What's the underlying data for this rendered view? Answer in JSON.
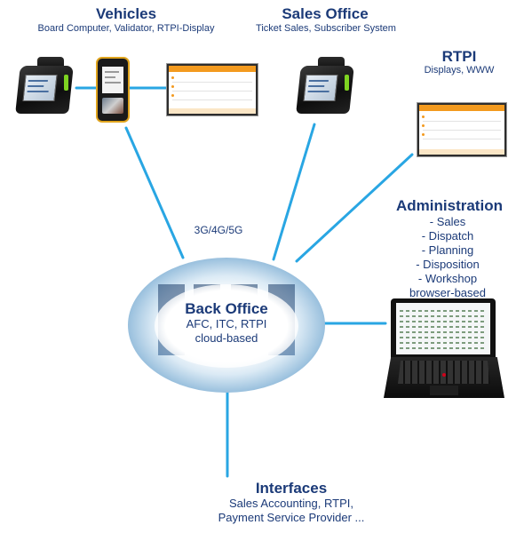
{
  "vehicles": {
    "title": "Vehicles",
    "subtitle": "Board Computer, Validator, RTPI-Display"
  },
  "sales_office": {
    "title": "Sales Office",
    "subtitle": "Ticket Sales, Subscriber System"
  },
  "rtpi": {
    "title": "RTPI",
    "subtitle": "Displays, WWW"
  },
  "network": {
    "label": "3G/4G/5G"
  },
  "administration": {
    "title": "Administration",
    "items": [
      "- Sales",
      "- Dispatch",
      "- Planning",
      "- Disposition",
      "- Workshop"
    ],
    "note": "browser-based"
  },
  "back_office": {
    "title": "Back Office",
    "line1": "AFC, ITC, RTPI",
    "line2": "cloud-based"
  },
  "interfaces": {
    "title": "Interfaces",
    "line1": "Sales Accounting, RTPI,",
    "line2": "Payment Service Provider ..."
  },
  "colors": {
    "connector": "#29a6e3",
    "heading": "#1b3a78",
    "accent_orange": "#f39a1f"
  }
}
